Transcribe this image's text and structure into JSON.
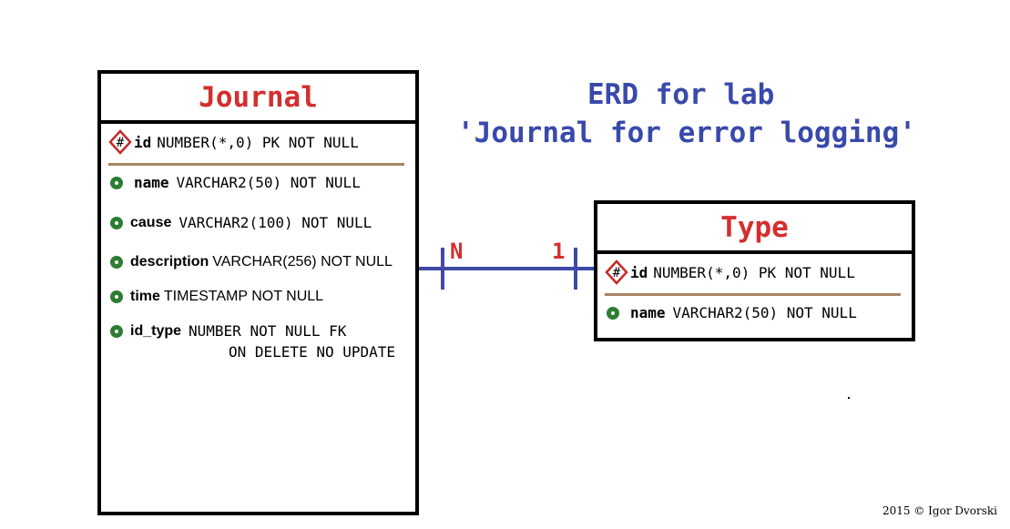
{
  "title": {
    "line1": "ERD for lab",
    "line2": "'Journal for error logging'"
  },
  "journal": {
    "name": "Journal",
    "attributes": [
      {
        "key": "pk",
        "name": "id",
        "type": "NUMBER(*,0) PK NOT NULL"
      },
      {
        "key": "attr",
        "name": "name",
        "type": "VARCHAR2(50) NOT NULL"
      },
      {
        "key": "attr",
        "name": "cause",
        "type": "VARCHAR2(100) NOT NULL"
      },
      {
        "key": "attr",
        "name": "description",
        "type": "VARCHAR(256) NOT NULL"
      },
      {
        "key": "attr",
        "name": "time",
        "type": "TIMESTAMP NOT NULL"
      },
      {
        "key": "attr",
        "name": "id_type",
        "type": "NUMBER NOT NULL FK",
        "continuation": "ON DELETE NO UPDATE"
      }
    ]
  },
  "type_entity": {
    "name": "Type",
    "attributes": [
      {
        "key": "pk",
        "name": "id",
        "type": "NUMBER(*,0) PK NOT NULL"
      },
      {
        "key": "attr",
        "name": "name",
        "type": "VARCHAR2(50) NOT NULL"
      }
    ]
  },
  "relationship": {
    "journal_cardinality": "N",
    "type_cardinality": "1",
    "line_color": "#3f4aa6"
  },
  "pk_symbol": "#",
  "copyright": "2015 © Igor Dvorski",
  "colors": {
    "entity_title": "#d32f2f",
    "diagram_title": "#3949ab",
    "attribute_icon": "#2e7d32",
    "pk_icon": "#c62828",
    "divider": "#a58466"
  }
}
